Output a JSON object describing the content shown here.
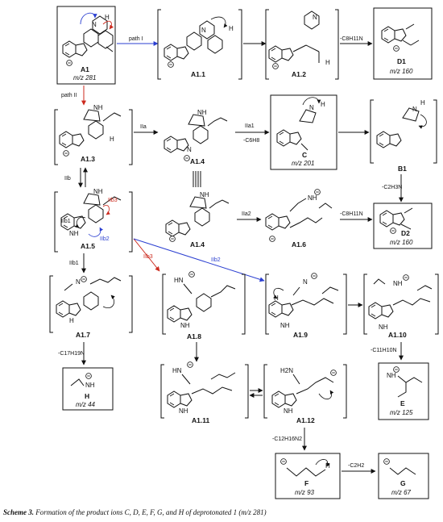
{
  "compounds": {
    "A1": {
      "label": "A1",
      "mz": "m/z 281"
    },
    "A1_1": {
      "label": "A1.1"
    },
    "A1_2": {
      "label": "A1.2"
    },
    "D1": {
      "label": "D1",
      "mz": "m/z 160"
    },
    "A1_3": {
      "label": "A1.3"
    },
    "A1_4a": {
      "label": "A1.4"
    },
    "C": {
      "label": "C",
      "mz": "m/z 201"
    },
    "B1": {
      "label": "B1"
    },
    "A1_5": {
      "label": "A1.5"
    },
    "A1_4b": {
      "label": "A1.4"
    },
    "A1_6": {
      "label": "A1.6"
    },
    "D2": {
      "label": "D2",
      "mz": "m/z 160"
    },
    "A1_7": {
      "label": "A1.7"
    },
    "A1_8": {
      "label": "A1.8"
    },
    "A1_9": {
      "label": "A1.9"
    },
    "A1_10": {
      "label": "A1.10"
    },
    "H": {
      "label": "H",
      "mz": "m/z 44"
    },
    "A1_11": {
      "label": "A1.11"
    },
    "A1_12": {
      "label": "A1.12"
    },
    "E": {
      "label": "E",
      "mz": "m/z 125"
    },
    "F": {
      "label": "F",
      "mz": "m/z 93"
    },
    "G": {
      "label": "G",
      "mz": "m/z 67"
    }
  },
  "arrows": {
    "path_I": "path I",
    "path_II": "path II",
    "IIa": "IIa",
    "IIa1": "IIa1",
    "loss_C6H8": "-C6H8",
    "loss_C8H11N_1": "-C8H11N",
    "loss_C8H11N_2": "-C8H11N",
    "loss_C2H3N": "-C2H3N",
    "IIb": "IIb",
    "IIa2": "IIa2",
    "IIb1": "IIb1",
    "IIb2": "IIb2",
    "IIb3": "IIb3",
    "loss_C17H19N": "-C17H19N",
    "loss_C11H10N": "-C11H10N",
    "loss_C12H16N2": "-C12H16N2",
    "loss_C2H2": "-C2H2"
  },
  "inline_labels": {
    "A1_5_IIb1": "IIb1",
    "A1_5_IIb2": "IIb2",
    "A1_5_IIb3": "IIb3"
  },
  "caption": {
    "prefix": "Scheme 3.",
    "text": "Formation of the product ions C, D, E, F, G, and H of deprotonated 1 (m/z 281)"
  },
  "colors": {
    "path_I": "#2b3fd1",
    "path_II": "#cc2a1e",
    "IIb3": "#cc2a1e",
    "IIb2": "#2b3fd1",
    "ink": "#111111"
  }
}
